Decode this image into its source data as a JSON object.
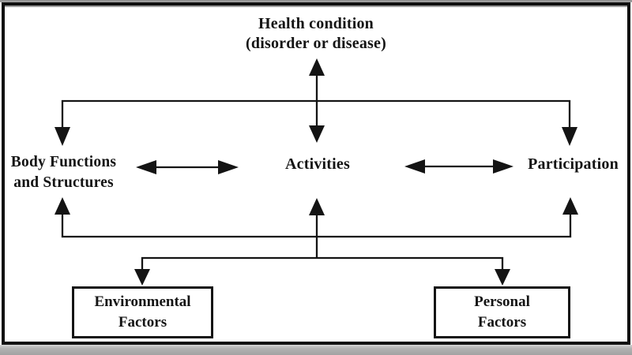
{
  "diagram": {
    "health_condition": {
      "line1": "Health condition",
      "line2": "(disorder or disease)"
    },
    "body_functions": {
      "line1": "Body Functions",
      "line2": "and Structures"
    },
    "activities": {
      "label": "Activities"
    },
    "participation": {
      "label": "Participation"
    },
    "environmental_factors": {
      "line1": "Environmental",
      "line2": "Factors"
    },
    "personal_factors": {
      "line1": "Personal",
      "line2": "Factors"
    },
    "colors": {
      "line": "#141414",
      "text": "#141414",
      "background": "#ffffff",
      "frame_border": "#0f0f0f",
      "bottom_strip": "#b3b3b3"
    }
  }
}
